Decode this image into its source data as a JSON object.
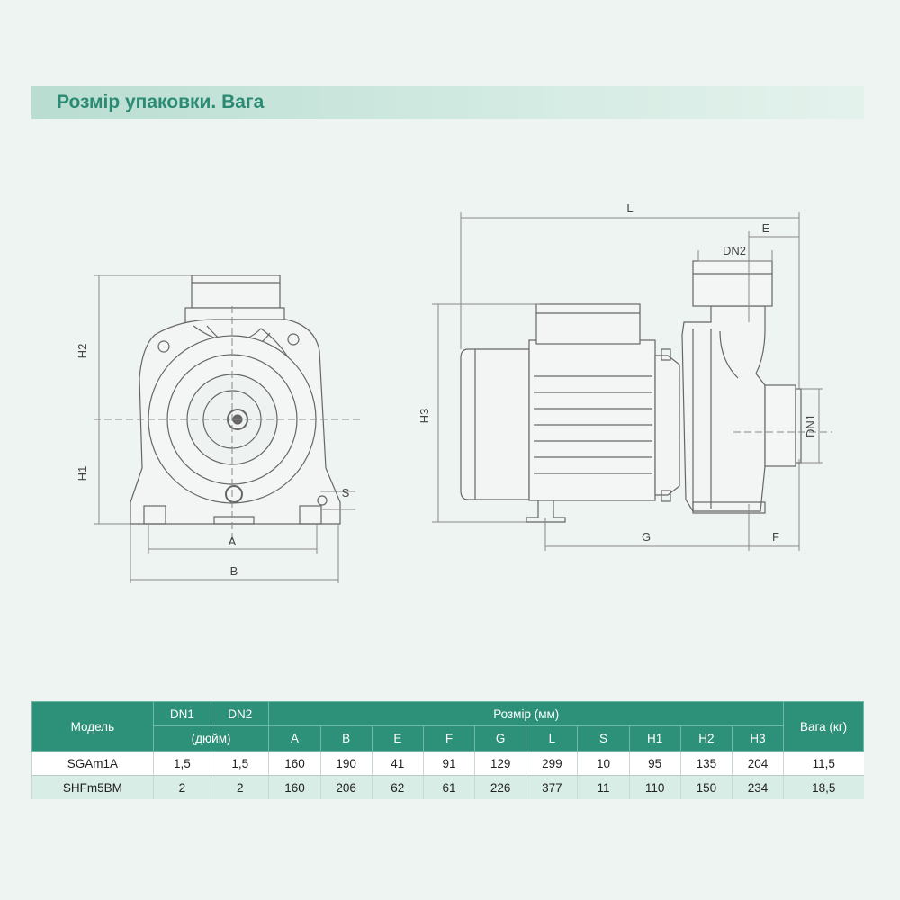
{
  "title": "Розмір упаковки. Вага",
  "drawing": {
    "front_labels": {
      "h2": "H2",
      "h1": "H1",
      "a": "A",
      "b": "B",
      "s": "S"
    },
    "side_labels": {
      "l": "L",
      "e": "E",
      "dn2": "DN2",
      "dn1": "DN1",
      "h3": "H3",
      "g": "G",
      "f": "F"
    }
  },
  "table": {
    "header": {
      "model": "Модель",
      "dn1": "DN1",
      "dn2": "DN2",
      "inch": "(дюйм)",
      "size": "Розмір (мм)",
      "weight": "Вага (кг)",
      "dims": [
        "A",
        "B",
        "E",
        "F",
        "G",
        "L",
        "S",
        "H1",
        "H2",
        "H3"
      ]
    },
    "rows": [
      {
        "model": "SGAm1A",
        "dn1": "1,5",
        "dn2": "1,5",
        "vals": [
          "160",
          "190",
          "41",
          "91",
          "129",
          "299",
          "10",
          "95",
          "135",
          "204"
        ],
        "weight": "11,5"
      },
      {
        "model": "SHFm5BM",
        "dn1": "2",
        "dn2": "2",
        "vals": [
          "160",
          "206",
          "62",
          "61",
          "226",
          "377",
          "11",
          "110",
          "150",
          "234"
        ],
        "weight": "18,5"
      }
    ]
  },
  "colors": {
    "header_bg": "#2d9179",
    "title_text": "#2b8a74",
    "row_alt": "#d9ede7"
  }
}
